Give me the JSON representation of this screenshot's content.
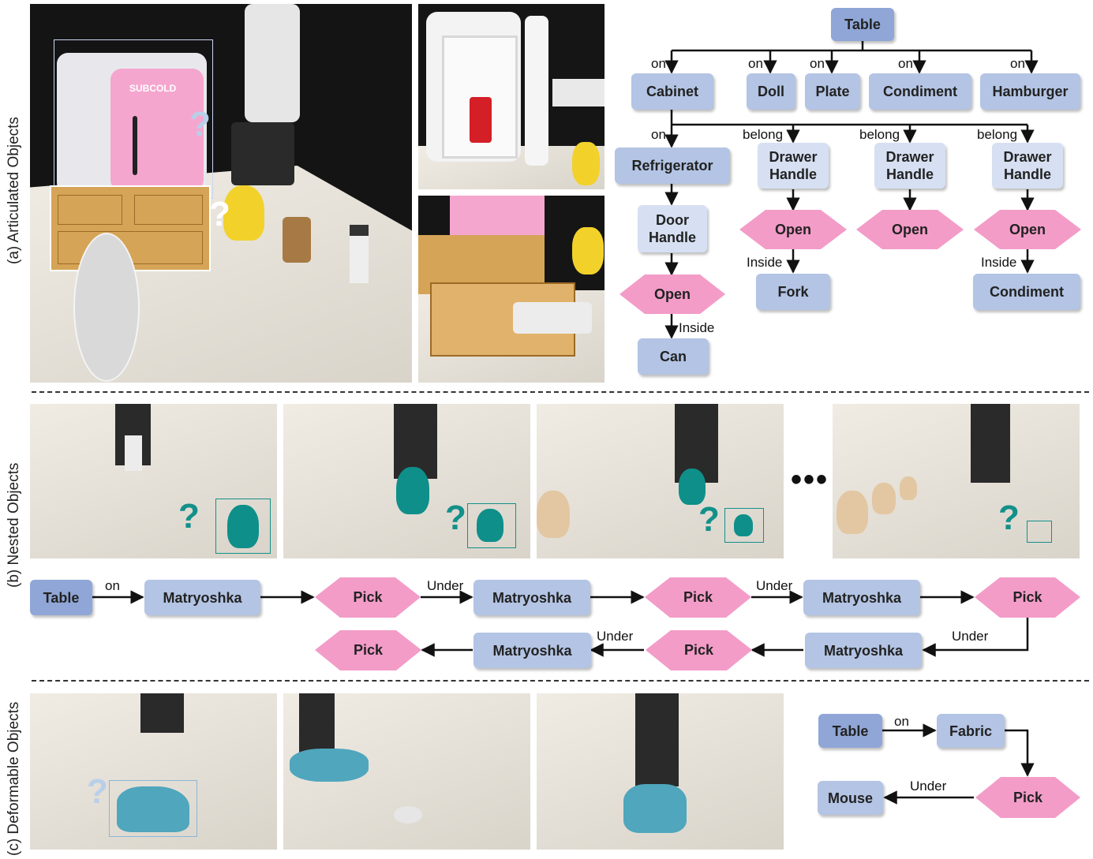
{
  "section_labels": {
    "a": "(a) Articulated Objects",
    "b": "(b) Nested Objects",
    "c": "(c) Deformable Objects"
  },
  "photo_text": {
    "brand": "SUBCOLD",
    "question": "?",
    "ellipsis": "•••"
  },
  "graph_a": {
    "table": "Table",
    "cabinet": "Cabinet",
    "doll": "Doll",
    "plate": "Plate",
    "condiment_top": "Condiment",
    "hamburger": "Hamburger",
    "refrigerator": "Refrigerator",
    "door_handle": "Door Handle",
    "open_fridge": "Open",
    "can": "Can",
    "drawer_handle_1": "Drawer Handle",
    "drawer_handle_2": "Drawer Handle",
    "drawer_handle_3": "Drawer Handle",
    "open_1": "Open",
    "open_2": "Open",
    "open_3": "Open",
    "fork": "Fork",
    "condiment_bottom": "Condiment",
    "edges": {
      "on": "on",
      "belong": "belong",
      "inside": "Inside"
    }
  },
  "graph_b": {
    "table": "Table",
    "matryoshka": "Matryoshka",
    "pick": "Pick",
    "edges": {
      "on": "on",
      "under": "Under"
    }
  },
  "graph_c": {
    "table": "Table",
    "fabric": "Fabric",
    "pick": "Pick",
    "mouse": "Mouse",
    "edges": {
      "on": "on",
      "under": "Under"
    }
  },
  "colors": {
    "node_dark": "#8fa6d6",
    "node_mid": "#b3c4e4",
    "node_light": "#d6e0f2",
    "action": "#f39cc8",
    "question_mark": "#13908a",
    "question_mark_light": "#b9cfe9",
    "fridge_pink": "#f5a6cf"
  }
}
